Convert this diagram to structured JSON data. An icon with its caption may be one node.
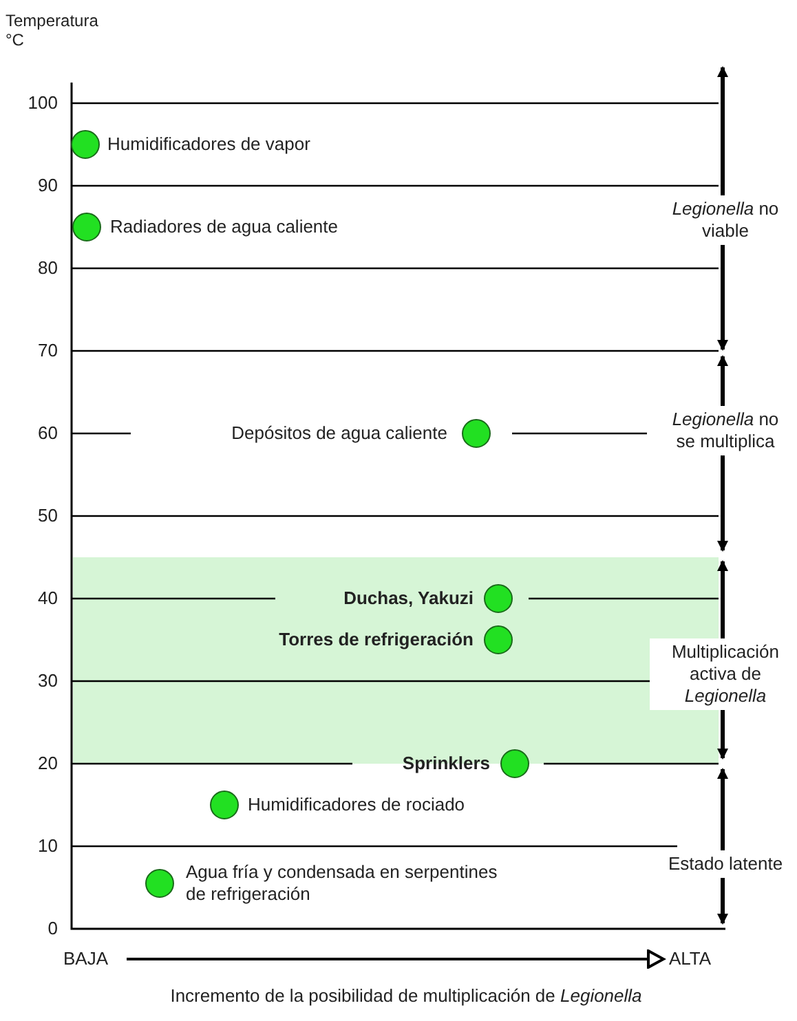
{
  "diagram": {
    "labels": [
      "Temperatura °C",
      "100",
      "90",
      "80",
      "70",
      "60",
      "50",
      "40",
      "30",
      "20",
      "10",
      "0",
      "Humidificadores de vapor",
      "Radiadores de agua caliente",
      "Depósitos de agua caliente",
      "Duchas, Yakuzi",
      "Torres de refrigeración",
      "Sprinklers",
      "Humidificadores de rociado",
      "Agua fría y condensada en serpentines de refrigeración",
      "*Legionella* no viable",
      "*Legionella* no se multiplica",
      "Multiplicación activa de *Legionella*",
      "Estado latente",
      "BAJA",
      "ALTA",
      "Incremento de la posibilidad de multiplicación de *Legionella*"
    ]
  }
}
